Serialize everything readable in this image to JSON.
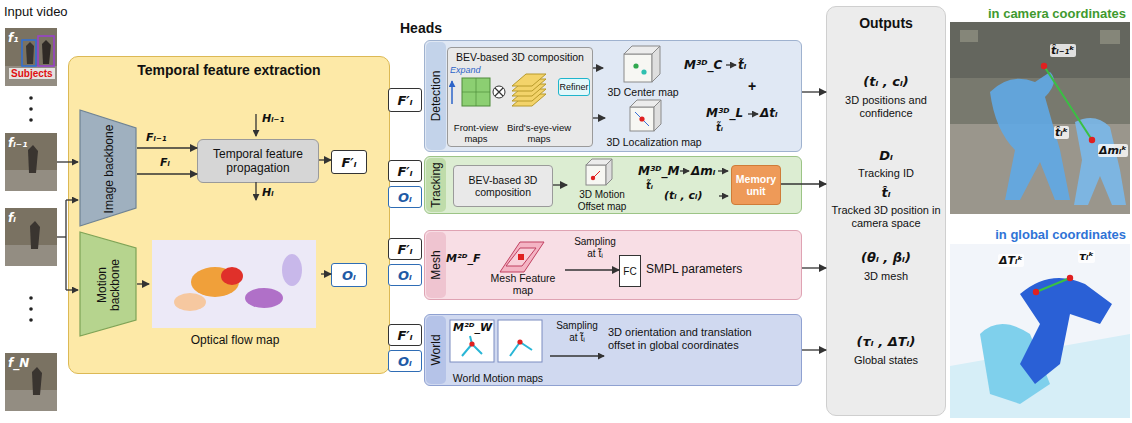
{
  "diagram": {
    "nodes": [
      {
        "text": [
          "Temporal feature extraction"
        ]
      },
      {
        "text": [
          "Image backbone"
        ],
        "in": 0
      },
      {
        "text": [
          "Motion backbone"
        ],
        "in": 0
      },
      {
        "text": [
          "Temporal feature propagation"
        ],
        "in": 0
      },
      {
        "text": [
          "F′ᵢ"
        ],
        "in": 0
      },
      {
        "text": [
          "Optical flow map"
        ],
        "in": 0
      },
      {
        "text": [
          "Oᵢ"
        ],
        "in": 0
      },
      {
        "text": [
          "F′ᵢ"
        ]
      },
      {
        "text": [
          "Detection"
        ]
      },
      {
        "text": [
          "BEV-based 3D composition",
          "Expand",
          "Front-view maps",
          "Bird's-eye-view maps"
        ],
        "in": 8
      },
      {
        "text": [
          "Refiner"
        ],
        "in": 9
      },
      {
        "text": [
          "3D Center map"
        ],
        "in": 8
      },
      {
        "text": [
          "3D Localization map"
        ],
        "in": 8
      },
      {
        "text": [
          "F′ᵢ"
        ]
      },
      {
        "text": [
          "Oᵢ"
        ]
      },
      {
        "text": [
          "Tracking"
        ]
      },
      {
        "text": [
          "BEV-based 3D composition"
        ],
        "in": 15
      },
      {
        "text": [
          "3D Motion Offset map"
        ],
        "in": 15
      },
      {
        "text": [
          "Memory unit"
        ],
        "in": 15
      },
      {
        "text": [
          "F′ᵢ"
        ]
      },
      {
        "text": [
          "Oᵢ"
        ]
      },
      {
        "text": [
          "Mesh"
        ]
      },
      {
        "text": [
          "Mesh Feature map"
        ],
        "in": 21
      },
      {
        "text": [
          "FC"
        ],
        "in": 21
      },
      {
        "text": [
          "F′ᵢ"
        ]
      },
      {
        "text": [
          "Oᵢ"
        ]
      },
      {
        "text": [
          "World"
        ]
      },
      {
        "text": [
          "World Motion maps"
        ],
        "in": 26
      },
      {
        "text": [
          "Outputs"
        ]
      },
      {
        "text": [
          "in camera coordinates"
        ]
      },
      {
        "text": [
          "in global coordinates"
        ]
      }
    ],
    "edges": [
      {
        "from": 1,
        "to": 3,
        "arrow": "to"
      },
      {
        "from": 1,
        "to": 3,
        "arrow": "to"
      },
      {
        "from": 3,
        "to": 4,
        "arrow": "to"
      },
      {
        "from": 2,
        "to": 5,
        "arrow": "to"
      },
      {
        "from": 5,
        "to": 6,
        "arrow": "to"
      },
      {
        "from": 9,
        "to": 11,
        "arrow": "to"
      },
      {
        "from": 9,
        "to": 12,
        "arrow": "to"
      },
      {
        "from": 8,
        "to": 28,
        "arrow": "to"
      },
      {
        "from": 16,
        "to": 17,
        "arrow": "to"
      },
      {
        "from": 18,
        "to": 28,
        "arrow": "to"
      },
      {
        "from": 22,
        "to": 23,
        "arrow": "to"
      },
      {
        "from": 21,
        "to": 28,
        "arrow": "to"
      },
      {
        "from": 26,
        "to": 28,
        "arrow": "to"
      }
    ],
    "labels": [
      "Input video",
      "Subjects",
      "f₁",
      "fᵢ₋₁",
      "fᵢ",
      "f_N",
      "Hᵢ₋₁",
      "Fᵢ₋₁",
      "Fᵢ",
      "Hᵢ",
      "Heads",
      "M³ᴰ_C",
      "t̃ᵢ",
      "+",
      "M³ᴰ_L",
      "t̃ᵢ",
      "Δtᵢ",
      "M³ᴰ_M",
      "t̃ᵢ",
      "Δmᵢ",
      "(tᵢ , cᵢ)",
      "M²ᴰ_F",
      "Sampling at t̃ᵢ",
      "SMPL parameters",
      "M²ᴰ_W",
      "Sampling at t̃ᵢ",
      "3D orientation and translation offset in global coordinates",
      "(tᵢ , cᵢ)",
      "3D positions and confidence",
      "Dᵢ",
      "Tracking ID",
      "t̂ᵢ",
      "Tracked 3D position in camera space",
      "(θᵢ , βᵢ)",
      "3D mesh",
      "(τᵢ , ΔTᵢ)",
      "Global states",
      "t̂ᵢ₋₁ᵏ",
      "Δmᵢᵏ",
      "t̂ᵢᵏ",
      "τᵢᵏ",
      "ΔTᵢᵏ"
    ]
  }
}
